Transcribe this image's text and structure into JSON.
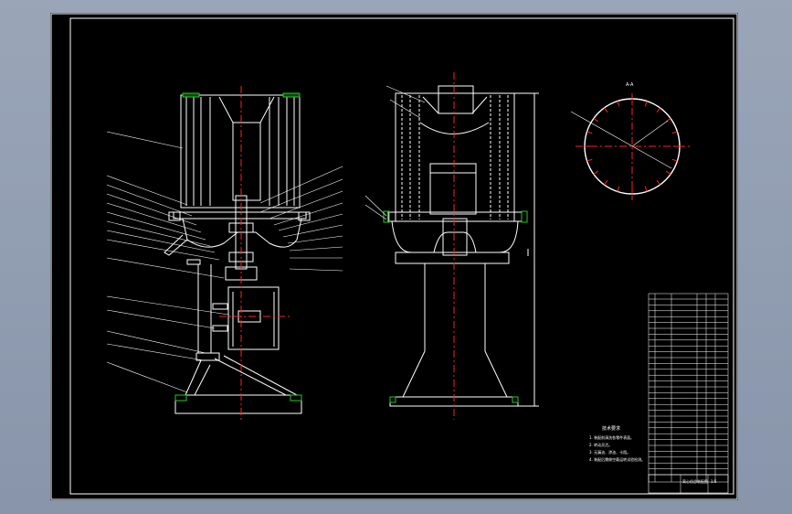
{
  "drawing": {
    "background": "#000000",
    "line_color": "#ffffff",
    "centerline_color": "#ff2020",
    "hatch_color": "#22cc22"
  },
  "notes": {
    "title": "技术要求",
    "items": [
      "1. 装配前清洗各零件表面。",
      "2. 转动灵活。",
      "3. 无漏油、渗油、卡阻。",
      "4. 装配后需做空载运转试验检测。"
    ]
  },
  "title_block": {
    "name": "离心机总装配图",
    "drawing_no": "1:5"
  },
  "section_label": "A-A"
}
